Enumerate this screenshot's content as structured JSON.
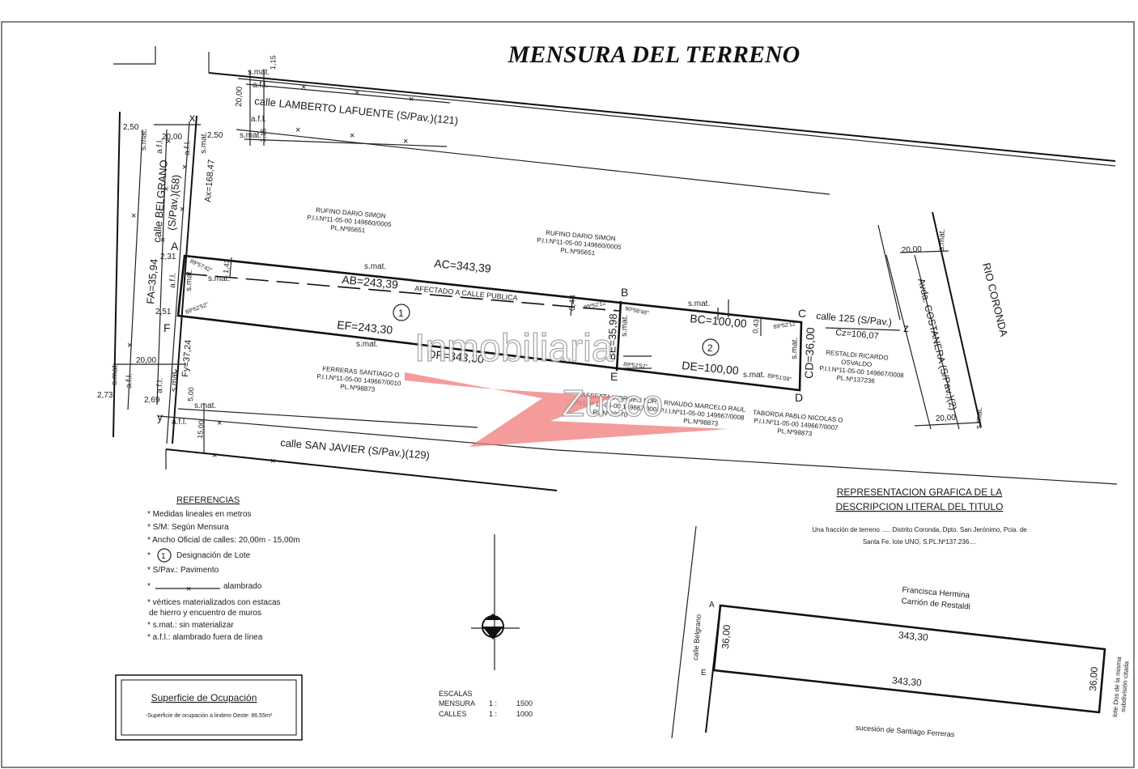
{
  "title": "MENSURA DEL TERRENO",
  "watermark": {
    "line1": "Inmobiliaria",
    "line2": "Zucco",
    "accent": "#f07a7a"
  },
  "streets": {
    "north": "calle LAMBERTO LAFUENTE (S/Pav.)(121)",
    "west": "calle BELGRANO",
    "west_sub": "(S/Pav.)(58)",
    "south": "calle SAN JAVIER (S/Pav.)(129)",
    "east_short": "calle 125 (S/Pav.)",
    "avenue": "Avda. COSTANERA (S/Pav.)(2)",
    "river": "RIO CORONDA"
  },
  "dims": {
    "AC": "AC=343,39",
    "AB": "AB=243,39",
    "BC": "BC=100,00",
    "EF": "EF=243,30",
    "DF": "DF=343,30",
    "DE": "DE=100,00",
    "BE": "BE=35,98",
    "CD": "CD=36,00",
    "FA": "FA=35,94",
    "Ax": "Ax=168,47",
    "Fy": "Fy=37,24",
    "Cz": "Cz=106,07",
    "w20a": "20,00",
    "w20b": "20,00",
    "w20c": "20,00",
    "w20d": "20,00",
    "w20e": "20,00",
    "w250a": "2,50",
    "w250b": "2,50",
    "w115a": "1,15",
    "w115b": "1,15",
    "w231": "2,31",
    "w251": "2,51",
    "w269": "2,69",
    "w273": "2,73",
    "w143": "1,43",
    "w043": "0,43",
    "w500": "5,00",
    "w1500": "15,00",
    "afectado": "AFECTADO A CALLE PUBLICA",
    "ang1": "89º57'42\"",
    "ang2": "89º52'52\"",
    "ang3": "89º52'12\"",
    "ang4": "90º08'48\"",
    "ang5": "89º52'12\"",
    "ang6": "89º51'09\"",
    "ang7": "89º52'52\""
  },
  "small": {
    "smat": "s.mat.",
    "afl": "a.f.l."
  },
  "vertices": {
    "A": "A",
    "B": "B",
    "C": "C",
    "D": "D",
    "E": "E",
    "F": "F",
    "x": "x",
    "y": "y",
    "z": "z",
    "lot1": "1",
    "lot2": "2"
  },
  "owners": {
    "o1": {
      "name": "RUFINO DARIO SIMON",
      "pii": "P.I.I.Nº11-05-00 149660/0005",
      "pl": "PL.Nº95651"
    },
    "o2": {
      "name": "RUFINO DARIO SIMON",
      "pii": "P.I.I.Nº11-05-00 149660/0005",
      "pl": "PL.Nº95651"
    },
    "o3": {
      "name": "FERRERAS SANTIAGO O",
      "pii": "P.I.I.Nº11-05-00 149667/0010",
      "pl": "PL.Nº98873"
    },
    "o4": {
      "name": "FASSETTA VIORGEN LOR",
      "pii": "P.I.I.Nº 11-05-00 149667/0004",
      "pl": "PL.Nº98970"
    },
    "o5": {
      "name": "RIVAUDO MARCELO RAUL",
      "pii": "P.I.I.Nº11-05-00 149667/0008",
      "pl": "PL.Nº98873"
    },
    "o6": {
      "name": "TABORDA PABLO NICOLAS O",
      "pii": "P.I.I.Nº11-05-00 149667/0007",
      "pl": "PL.Nº98873"
    },
    "o7": {
      "name": "RESTALDI RICARDO",
      "name2": "OSVALDO",
      "pii": "P.I.I.Nº11-05-00 149667/0008",
      "pl": "PL.Nº137236"
    }
  },
  "references": {
    "title": "REFERENCIAS",
    "r1": "* Medidas lineales en metros",
    "r2": "* S/M: Según Mensura",
    "r3": "* Ancho Oficial de calles: 20,00m - 15,00m",
    "r4_star": "*",
    "r4": "Designación de Lote",
    "r4_num": "1",
    "r5": "* S/Pav.: Pavimento",
    "r6_star": "*",
    "r6": "alambrado",
    "r7a": "* vértices materializados con estacas",
    "r7b": "de hierro y encuentro de muros",
    "r8": "* s.mat.: sin materializar",
    "r9": "* a.f.l.: alambrado fuera de línea"
  },
  "occupation": {
    "title": "Superficie de Ocupación",
    "text": "-Superficie de ocupación a lindero Oeste: 86,55m²"
  },
  "scales": {
    "title": "ESCALAS",
    "l1": "MENSURA",
    "l2": "CALLES",
    "sep": "1 :",
    "v1": "1500",
    "v2": "1000"
  },
  "graphic": {
    "title1": "REPRESENTACION GRAFICA DE LA",
    "title2": "DESCRIPCION LITERAL DEL TITULO",
    "desc1": "Una fracción de terreno ..... Distrito Coronda, Dpto. San Jerónimo, Pcia. de",
    "desc2": "Santa Fe. lote UNO, S.PL.Nº137.236....",
    "north_owner1": "Francisca Hermina",
    "north_owner2": "Carrión de Restaldi",
    "top_len": "343,30",
    "bottom_len": "343,30",
    "left_len": "36,00",
    "right_len": "36,00",
    "street": "calle Belgrano",
    "south": "sucesión de Santiago Ferreras",
    "east1": "lote Dos de la misma",
    "east2": "subdivisión citada",
    "A": "A",
    "E": "E"
  }
}
